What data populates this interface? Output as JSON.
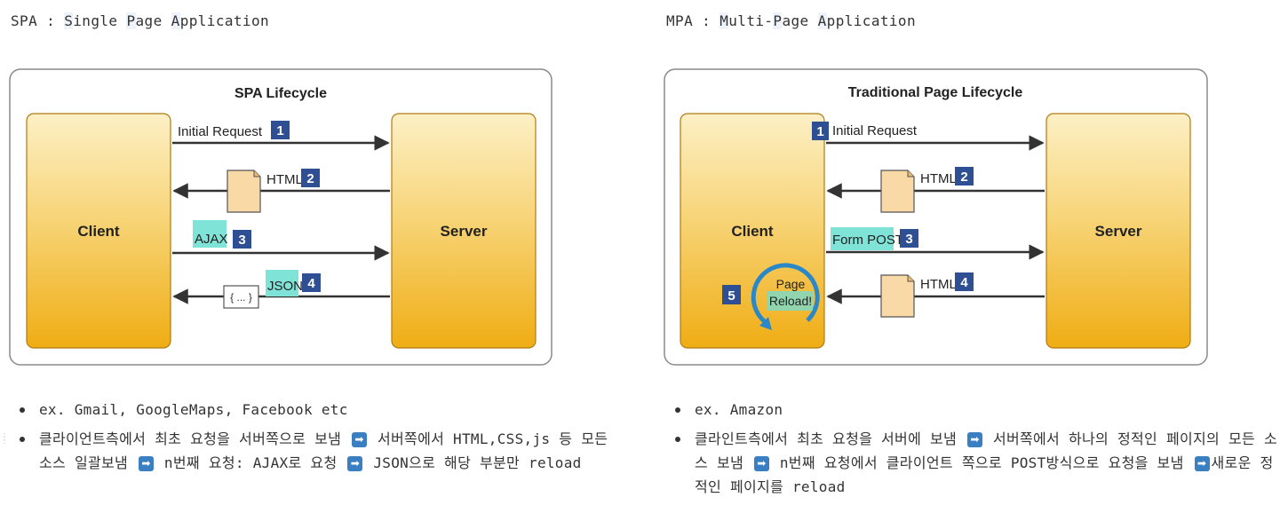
{
  "spa": {
    "heading_parts": [
      {
        "t": "SPA : ",
        "hl": false
      },
      {
        "t": "S",
        "hl": true
      },
      {
        "t": "ingle ",
        "hl": false
      },
      {
        "t": "P",
        "hl": true
      },
      {
        "t": "age ",
        "hl": false
      },
      {
        "t": "A",
        "hl": true
      },
      {
        "t": "pplication",
        "hl": false
      }
    ],
    "diagram": {
      "title": "SPA Lifecycle",
      "client": "Client",
      "server": "Server",
      "step1_label": "Initial Request",
      "step1_num": "1",
      "step2_label": "HTML",
      "step2_num": "2",
      "step3_label": "AJAX",
      "step3_num": "3",
      "step4_label": "JSON",
      "step4_num": "4",
      "json_box": "{ ... }"
    },
    "notes": [
      {
        "segments": [
          {
            "t": "ex. Gmail, GoogleMaps, Facebook etc"
          }
        ]
      },
      {
        "segments": [
          {
            "t": "클라이언트측에서 최초 요청을 서버쪽으로 보냄 "
          },
          {
            "icon": "➡"
          },
          {
            "t": " 서버쪽에서 HTML,CSS,js 등 모든 소스 일괄보냄 "
          },
          {
            "icon": "➡"
          },
          {
            "t": " n번째 요청: AJAX로 요청 "
          },
          {
            "icon": "➡"
          },
          {
            "t": " JSON으로 해당 부분만 reload"
          }
        ]
      }
    ]
  },
  "mpa": {
    "heading_parts": [
      {
        "t": "MPA : ",
        "hl": false
      },
      {
        "t": "M",
        "hl": true
      },
      {
        "t": "ulti-",
        "hl": false
      },
      {
        "t": "P",
        "hl": true
      },
      {
        "t": "age ",
        "hl": false
      },
      {
        "t": "A",
        "hl": true
      },
      {
        "t": "pplication",
        "hl": false
      }
    ],
    "diagram": {
      "title": "Traditional Page Lifecycle",
      "client": "Client",
      "server": "Server",
      "step1_label": "Initial Request",
      "step1_num": "1",
      "step2_label": "HTML",
      "step2_num": "2",
      "step3_label": "Form POST",
      "step3_num": "3",
      "step4_label": "HTML",
      "step4_num": "4",
      "step5_num": "5",
      "reload_line1": "Page",
      "reload_line2": "Reload!"
    },
    "notes": [
      {
        "segments": [
          {
            "t": "ex. Amazon"
          }
        ]
      },
      {
        "segments": [
          {
            "t": "클라인트측에서 최초 요청을 서버에 보냄 "
          },
          {
            "icon": "➡"
          },
          {
            "t": " 서버쪽에서 하나의 정적인 페이지의 모든 소스 보냄 "
          },
          {
            "icon": "➡"
          },
          {
            "t": " n번째 요청에서 클라이언트 쪽으로 POST방식으로 요청을 보냄 "
          },
          {
            "icon": "➡"
          },
          {
            "t": "새로운 정적인 페이지를 reload"
          }
        ]
      }
    ]
  },
  "colors": {
    "box_top": "#fdf0c6",
    "box_bottom": "#f0ad14",
    "badge": "#2f4f94",
    "highlight": "#7fe3d7",
    "arrow_icon_bg": "#3a7fc1",
    "reload_ring": "#2a88c8"
  }
}
